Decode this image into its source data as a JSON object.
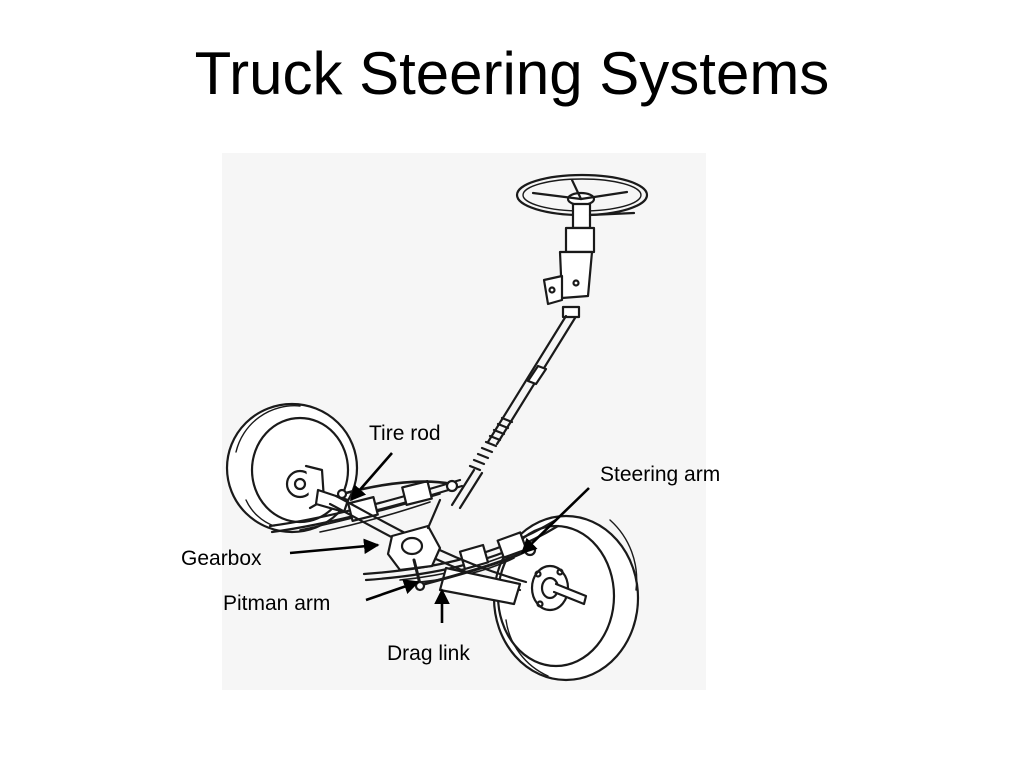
{
  "slide": {
    "title": "Truck Steering Systems"
  },
  "diagram": {
    "labels": {
      "tie_rod": "Tire rod",
      "steering_arm": "Steering arm",
      "gearbox": "Gearbox",
      "pitman_arm": "Pitman arm",
      "drag_link": "Drag link"
    },
    "colors": {
      "paper": "#f6f6f6",
      "ink": "#1a1a1a"
    }
  }
}
